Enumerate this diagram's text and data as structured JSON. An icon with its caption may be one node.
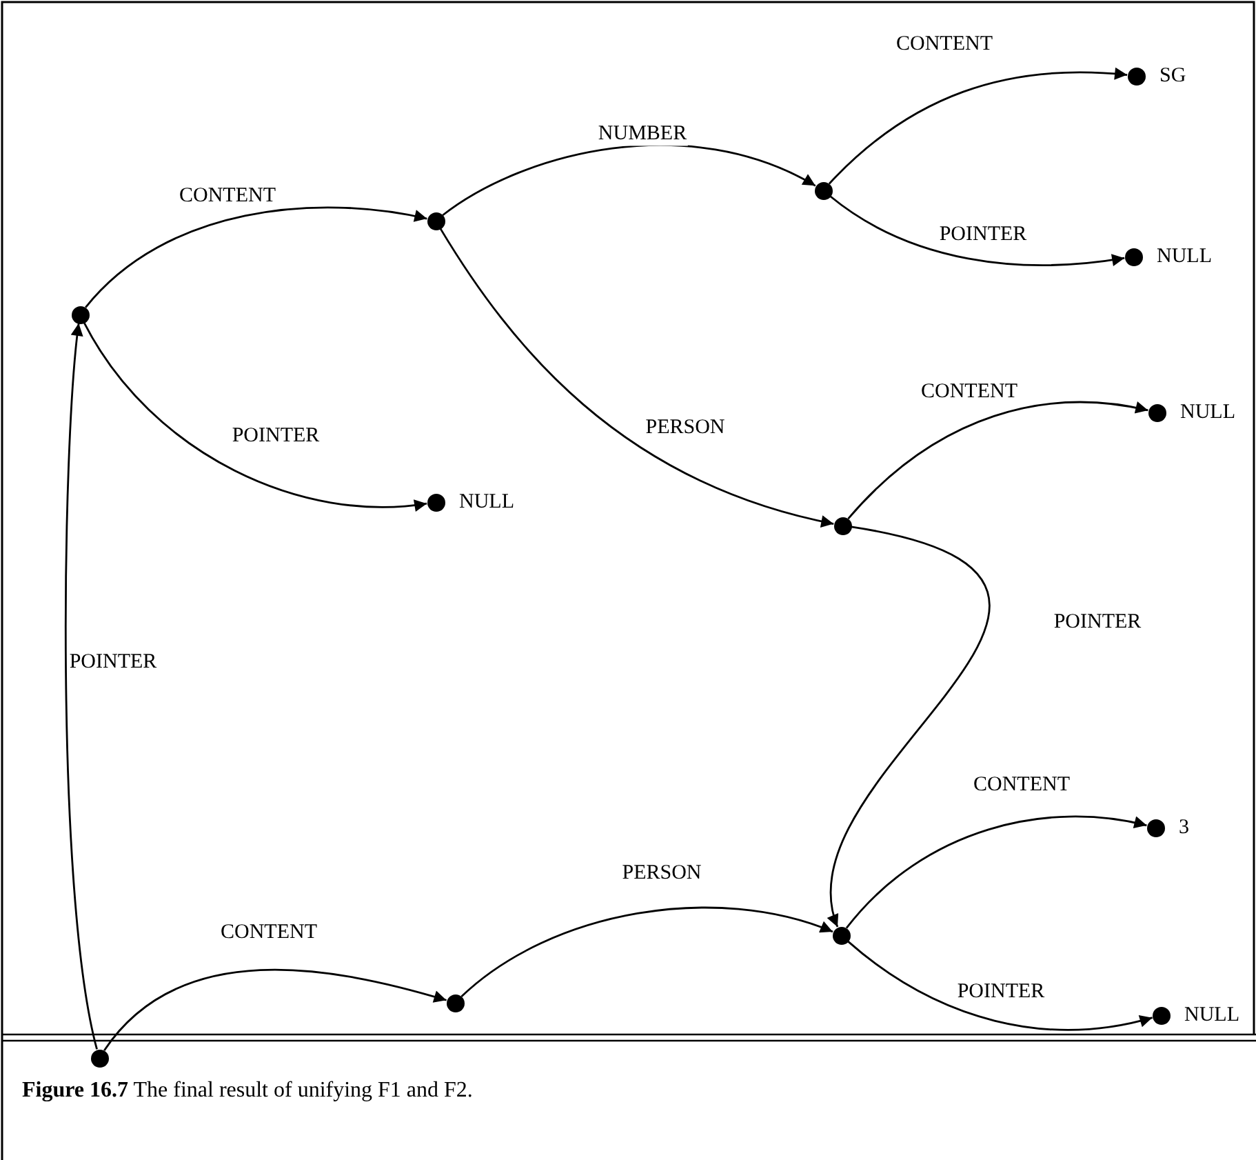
{
  "diagram": {
    "caption": "**Figure 16.7** The final result of unifying F1 and F2.",
    "nodes": [
      {
        "text": [],
        "shape": "circle"
      },
      {
        "text": [],
        "shape": "circle"
      },
      {
        "text": [],
        "shape": "circle"
      },
      {
        "text": [],
        "shape": "circle",
        "beside": [
          "NULL"
        ]
      },
      {
        "text": [],
        "shape": "circle"
      },
      {
        "text": [],
        "shape": "circle",
        "beside": [
          "SG"
        ]
      },
      {
        "text": [],
        "shape": "circle",
        "beside": [
          "NULL"
        ]
      },
      {
        "text": [],
        "shape": "circle"
      },
      {
        "text": [],
        "shape": "circle",
        "beside": [
          "NULL"
        ]
      },
      {
        "text": [],
        "shape": "circle"
      },
      {
        "text": [],
        "shape": "circle"
      },
      {
        "text": [],
        "shape": "circle",
        "beside": [
          "3"
        ]
      },
      {
        "text": [],
        "shape": "circle",
        "beside": [
          "NULL"
        ]
      }
    ],
    "edges": [
      {
        "from": 1,
        "to": 0,
        "arrow": "to",
        "label": "POINTER"
      },
      {
        "from": 0,
        "to": 2,
        "arrow": "to",
        "label": "CONTENT"
      },
      {
        "from": 0,
        "to": 3,
        "arrow": "to",
        "label": "POINTER"
      },
      {
        "from": 2,
        "to": 4,
        "arrow": "to",
        "label": "NUMBER"
      },
      {
        "from": 4,
        "to": 5,
        "arrow": "to",
        "label": "CONTENT"
      },
      {
        "from": 4,
        "to": 6,
        "arrow": "to",
        "label": "POINTER"
      },
      {
        "from": 2,
        "to": 7,
        "arrow": "to",
        "label": "PERSON"
      },
      {
        "from": 7,
        "to": 8,
        "arrow": "to",
        "label": "CONTENT"
      },
      {
        "from": 7,
        "to": 10,
        "arrow": "to",
        "label": "POINTER"
      },
      {
        "from": 1,
        "to": 9,
        "arrow": "to",
        "label": "CONTENT"
      },
      {
        "from": 9,
        "to": 10,
        "arrow": "to",
        "label": "PERSON"
      },
      {
        "from": 10,
        "to": 11,
        "arrow": "to",
        "label": "CONTENT"
      },
      {
        "from": 10,
        "to": 12,
        "arrow": "to",
        "label": "POINTER"
      }
    ]
  }
}
